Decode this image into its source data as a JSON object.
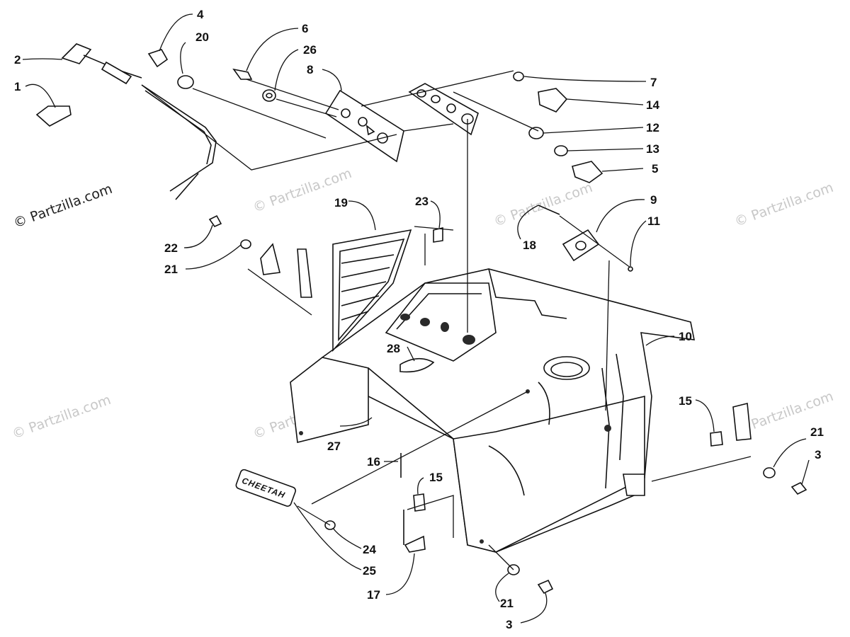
{
  "watermark": {
    "copyright": "© Partzilla.com",
    "faint": "© Partzilla.com"
  },
  "badge": {
    "text": "CHEETAH"
  },
  "callouts": [
    {
      "id": "c1",
      "text": "1"
    },
    {
      "id": "c2",
      "text": "2"
    },
    {
      "id": "c3a",
      "text": "3"
    },
    {
      "id": "c3b",
      "text": "3"
    },
    {
      "id": "c4",
      "text": "4"
    },
    {
      "id": "c5",
      "text": "5"
    },
    {
      "id": "c6",
      "text": "6"
    },
    {
      "id": "c7",
      "text": "7"
    },
    {
      "id": "c8",
      "text": "8"
    },
    {
      "id": "c9",
      "text": "9"
    },
    {
      "id": "c10",
      "text": "10"
    },
    {
      "id": "c11",
      "text": "11"
    },
    {
      "id": "c12",
      "text": "12"
    },
    {
      "id": "c13",
      "text": "13"
    },
    {
      "id": "c14",
      "text": "14"
    },
    {
      "id": "c15a",
      "text": "15"
    },
    {
      "id": "c15b",
      "text": "15"
    },
    {
      "id": "c16",
      "text": "16"
    },
    {
      "id": "c17",
      "text": "17"
    },
    {
      "id": "c18",
      "text": "18"
    },
    {
      "id": "c19",
      "text": "19"
    },
    {
      "id": "c20",
      "text": "20"
    },
    {
      "id": "c21a",
      "text": "21"
    },
    {
      "id": "c21b",
      "text": "21"
    },
    {
      "id": "c21c",
      "text": "21"
    },
    {
      "id": "c22",
      "text": "22"
    },
    {
      "id": "c23",
      "text": "23"
    },
    {
      "id": "c24",
      "text": "24"
    },
    {
      "id": "c25",
      "text": "25"
    },
    {
      "id": "c26",
      "text": "26"
    },
    {
      "id": "c27",
      "text": "27"
    },
    {
      "id": "c28",
      "text": "28"
    }
  ]
}
